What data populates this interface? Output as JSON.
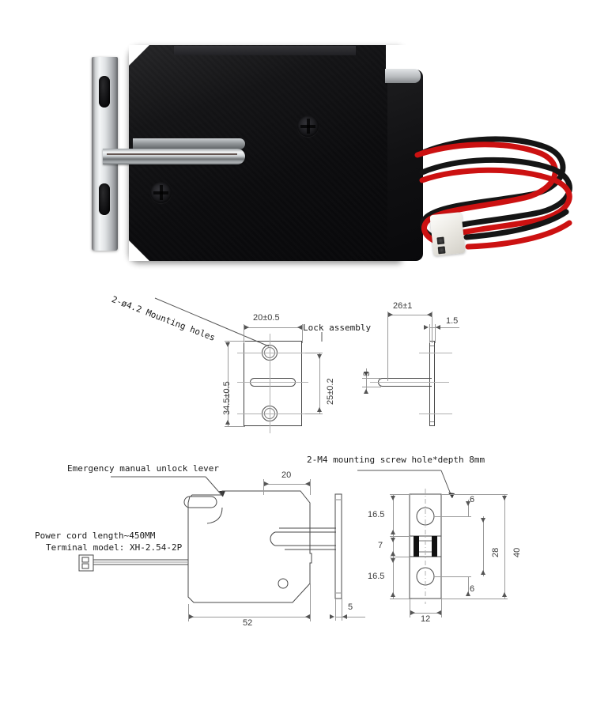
{
  "document": {
    "type": "product-technical-drawing",
    "subject": "Electric cabinet lock / solenoid lock",
    "background_color": "#ffffff"
  },
  "photo": {
    "caption": "",
    "body_color": "#0c0c0e",
    "bracket_color": "#d0d3d6",
    "wire_colors": [
      "#cc1111",
      "#111111"
    ],
    "connector_color": "#f0eee8",
    "top_label_text": "",
    "parts": {
      "bracket": "mounting-bracket",
      "body": "lock-body",
      "latch": "latch-tongue",
      "screws": "phillips-screw",
      "lever": "emergency-lever-tab",
      "connector": "xh-connector"
    }
  },
  "drawing_mid": {
    "label_mounting_holes": "2-ø4.2 Mounting holes",
    "label_lock_assembly": "Lock assembly",
    "dim_width": "20±0.5",
    "dim_height": "34.5±0.5",
    "dim_hole_spacing": "25±0.2",
    "dim_depth": "26±1",
    "dim_plate_thickness": "1.5",
    "dim_tongue_thickness": "3"
  },
  "drawing_bottom": {
    "label_lever": "Emergency manual unlock lever",
    "label_cord_1": "Power cord length~450MM",
    "label_cord_2": "Terminal model: XH-2.54-2P",
    "label_screw_hole": "2-M4 mounting screw hole*depth 8mm",
    "dim_top_width": "20",
    "dim_total_length": "52",
    "dim_plate_thickness": "5",
    "dim_upper": "16.5",
    "dim_middle": "7",
    "dim_lower": "16.5",
    "dim_edge_top": "6",
    "dim_edge_bottom": "6",
    "dim_inner_height": "28",
    "dim_total_height": "40",
    "dim_plate_width": "12"
  }
}
